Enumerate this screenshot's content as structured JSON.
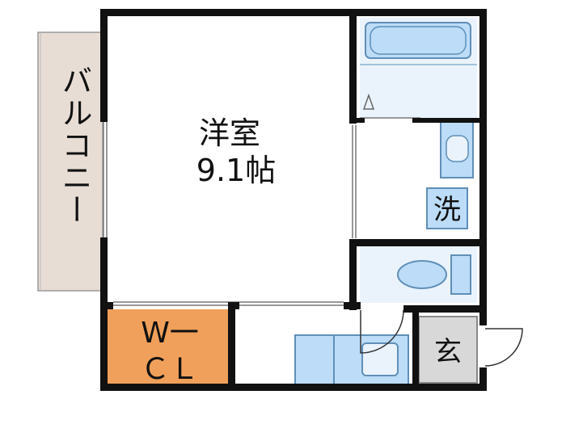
{
  "rooms": {
    "balcony": {
      "label": "バルコニー"
    },
    "western_room": {
      "name": "洋室",
      "size": "9.1帖"
    },
    "walk_in_closet": {
      "line1": "W一",
      "line2": "ＣＬ"
    },
    "laundry": {
      "label": "洗"
    },
    "entrance": {
      "label": "玄"
    }
  },
  "colors": {
    "wall": "#111111",
    "balcony_fill": "#e7ddd5",
    "closet_fill": "#f0a05a",
    "fixture_fill": "#bcdcf7",
    "fixture_stroke": "#5f8fb8",
    "wet_area_fill": "#eaf3fc",
    "entrance_fill": "#d8d8d8"
  }
}
